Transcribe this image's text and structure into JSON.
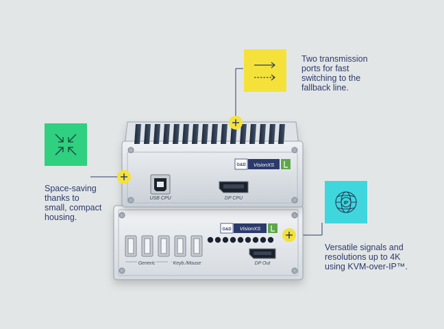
{
  "colors": {
    "background": "#e3e6e7",
    "callout_text": "#2b3a6b",
    "marker_yellow": "#f4e23a",
    "tile_yellow": "#f4e23a",
    "tile_green": "#2fd07f",
    "tile_cyan": "#3fd6dd"
  },
  "callouts": {
    "transmission": [
      "Two transmission",
      "ports for fast",
      "switching to the",
      "fallback line."
    ],
    "space_saving": [
      "Space-saving",
      "thanks to",
      "small, compact",
      "housing."
    ],
    "signals": [
      "Versatile signals and",
      "resolutions up to 4K",
      "using KVM-over-IP™."
    ]
  },
  "icons": {
    "transmission_tile": "arrows-right-icon",
    "space_tile": "compress-arrows-icon",
    "signals_tile": "globe-ip-icon",
    "marker": "plus-icon"
  },
  "globe_label": "IP",
  "device": {
    "top_unit": {
      "brand": "G&D",
      "model": "VisionXS",
      "usb_label": "USB CPU",
      "dp_label": "DP CPU"
    },
    "bottom_unit": {
      "brand": "G&D",
      "model": "VisionXS",
      "generic_label": "Generic",
      "keyb_label": "Keyb./Mouse",
      "dp_label": "DP Out"
    }
  }
}
